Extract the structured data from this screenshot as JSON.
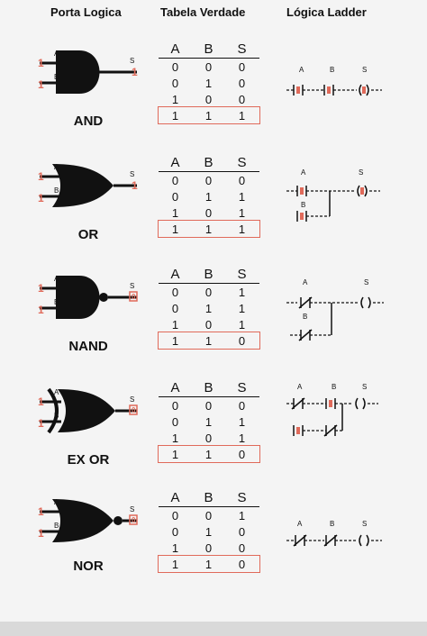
{
  "headers": {
    "gate": "Porta Logica",
    "table": "Tabela Verdade",
    "ladder": "Lógica Ladder"
  },
  "table_cols": [
    "A",
    "B",
    "S"
  ],
  "colors": {
    "accent": "#e06a5a",
    "ink": "#111111"
  },
  "gates": [
    {
      "name": "AND",
      "pin_a": "A",
      "pin_b": "B",
      "pin_s": "S",
      "in_a": "1",
      "in_b": "1",
      "out": "1",
      "rows": [
        [
          "0",
          "0",
          "0"
        ],
        [
          "0",
          "1",
          "0"
        ],
        [
          "1",
          "0",
          "0"
        ],
        [
          "1",
          "1",
          "1"
        ]
      ],
      "highlight": 3,
      "ladder_labels": [
        "A",
        "B",
        "S"
      ]
    },
    {
      "name": "OR",
      "pin_a": "A",
      "pin_b": "B",
      "pin_s": "S",
      "in_a": "1",
      "in_b": "1",
      "out": "1",
      "rows": [
        [
          "0",
          "0",
          "0"
        ],
        [
          "0",
          "1",
          "1"
        ],
        [
          "1",
          "0",
          "1"
        ],
        [
          "1",
          "1",
          "1"
        ]
      ],
      "highlight": 3,
      "ladder_labels": [
        "A",
        "B",
        "S"
      ]
    },
    {
      "name": "NAND",
      "pin_a": "A",
      "pin_b": "B",
      "pin_s": "S",
      "in_a": "1",
      "in_b": "1",
      "out": "0",
      "rows": [
        [
          "0",
          "0",
          "1"
        ],
        [
          "0",
          "1",
          "1"
        ],
        [
          "1",
          "0",
          "1"
        ],
        [
          "1",
          "1",
          "0"
        ]
      ],
      "highlight": 3,
      "ladder_labels": [
        "A",
        "B",
        "S"
      ]
    },
    {
      "name": "EX OR",
      "pin_a": "A",
      "pin_b": "B",
      "pin_s": "S",
      "in_a": "1",
      "in_b": "1",
      "out": "0",
      "rows": [
        [
          "0",
          "0",
          "0"
        ],
        [
          "0",
          "1",
          "1"
        ],
        [
          "1",
          "0",
          "1"
        ],
        [
          "1",
          "1",
          "0"
        ]
      ],
      "highlight": 3,
      "ladder_labels": [
        "A",
        "B",
        "S"
      ]
    },
    {
      "name": "NOR",
      "pin_a": "A",
      "pin_b": "B",
      "pin_s": "S",
      "in_a": "1",
      "in_b": "1",
      "out": "0",
      "rows": [
        [
          "0",
          "0",
          "1"
        ],
        [
          "0",
          "1",
          "0"
        ],
        [
          "1",
          "0",
          "0"
        ],
        [
          "1",
          "1",
          "0"
        ]
      ],
      "highlight": 3,
      "ladder_labels": [
        "A",
        "B",
        "S"
      ]
    }
  ]
}
